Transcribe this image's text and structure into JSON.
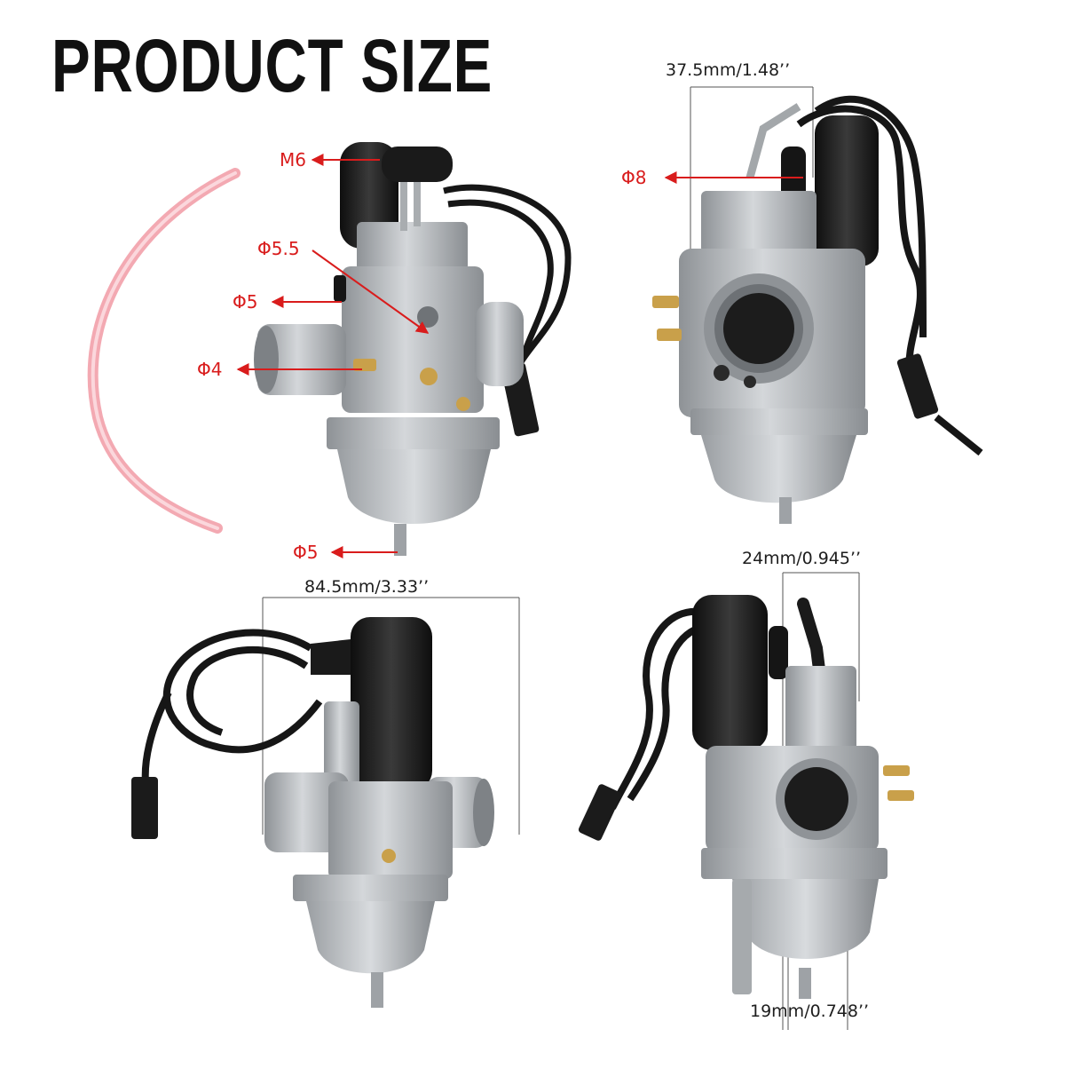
{
  "title": "PRODUCT SIZE",
  "colors": {
    "annotation": "#d91c1c",
    "dimension_text": "#1d1d1d",
    "fuel_line": "#f3a9b2",
    "body_metal": "#b8bcc0",
    "rubber": "#1b1b1b",
    "brass": "#c9a04a"
  },
  "top_left_view": {
    "labels": {
      "m6": "M6",
      "phi55": "Φ5.5",
      "phi5_side": "Φ5",
      "phi4": "Φ4",
      "phi5_bottom": "Φ5"
    }
  },
  "top_right_view": {
    "dimension": "37.5mm/1.48’’",
    "labels": {
      "phi8": "Φ8"
    }
  },
  "bottom_left_view": {
    "dimension": "84.5mm/3.33’’"
  },
  "bottom_right_view": {
    "dimension_top": "24mm/0.945’’",
    "dimension_bottom": "19mm/0.748’’"
  }
}
